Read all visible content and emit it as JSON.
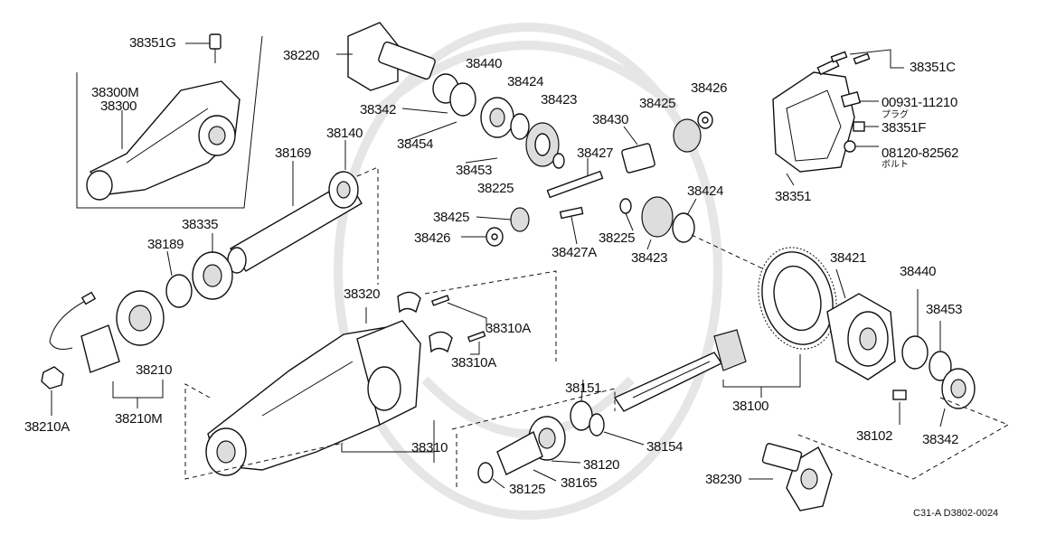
{
  "labels": {
    "l38351G": "38351G",
    "l38300M": "38300M",
    "l38300": "38300",
    "l38220": "38220",
    "l38440a": "38440",
    "l38424a": "38424",
    "l38342a": "38342",
    "l38423a": "38423",
    "l38454": "38454",
    "l38453a": "38453",
    "l38430": "38430",
    "l38425a": "38425",
    "l38426a": "38426",
    "l38427": "38427",
    "l38225a": "38225",
    "l38351C": "38351C",
    "l00931": "00931-11210",
    "l38351F": "38351F",
    "l08120": "08120-82562",
    "l38351": "38351",
    "l38169": "38169",
    "l38140": "38140",
    "l38425b": "38425",
    "l38426b": "38426",
    "l38424b": "38424",
    "l38225b": "38225",
    "l38423b": "38423",
    "l38427A": "38427A",
    "l38335": "38335",
    "l38189": "38189",
    "l38320": "38320",
    "l38310Aa": "38310A",
    "l38310Ab": "38310A",
    "l38421": "38421",
    "l38440b": "38440",
    "l38453b": "38453",
    "l38210": "38210",
    "l38210M": "38210M",
    "l38210A": "38210A",
    "l38151": "38151",
    "l38310": "38310",
    "l38100": "38100",
    "l38154": "38154",
    "l38102": "38102",
    "l38342b": "38342",
    "l38120": "38120",
    "l38165": "38165",
    "l38125": "38125",
    "l38230": "38230"
  },
  "notes": {
    "plug": "プラグ",
    "bolt": "ボルト"
  },
  "diagram_code": "C31-A D3802-0024"
}
